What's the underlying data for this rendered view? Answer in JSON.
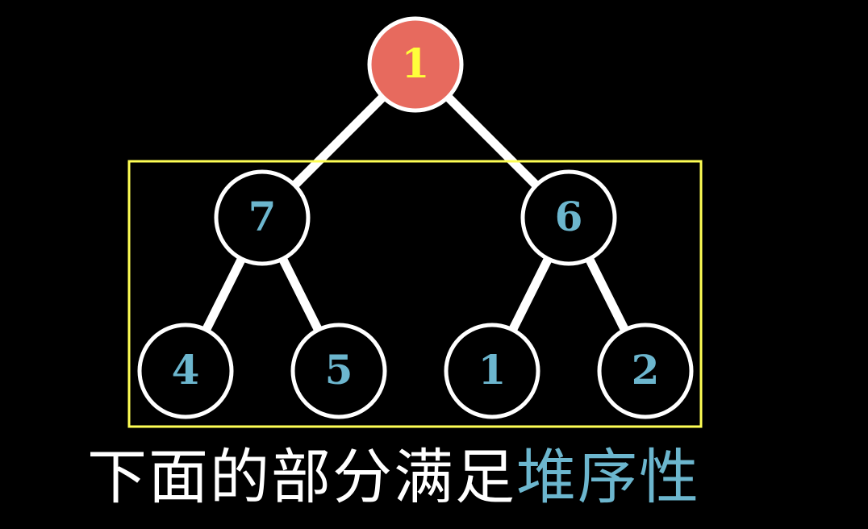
{
  "colors": {
    "background": "#000000",
    "edge": "#ffffff",
    "node_stroke": "#ffffff",
    "node_fill": "#000000",
    "node_label": "#6cb6ce",
    "root_fill": "#e76a5e",
    "root_label": "#ffff3a",
    "highlight_box": "#ffff55",
    "caption_text": "#ffffff",
    "caption_highlight": "#6cb6ce"
  },
  "tree": {
    "root": {
      "label": "1",
      "highlighted": true
    },
    "level1": [
      {
        "label": "7"
      },
      {
        "label": "6"
      }
    ],
    "level2": [
      {
        "label": "4",
        "parent": 0
      },
      {
        "label": "5",
        "parent": 0
      },
      {
        "label": "1",
        "parent": 1
      },
      {
        "label": "2",
        "parent": 1
      }
    ],
    "boxed_levels": "level1-level2"
  },
  "caption": {
    "main": "下面的部分满足",
    "highlight": "堆序性"
  }
}
